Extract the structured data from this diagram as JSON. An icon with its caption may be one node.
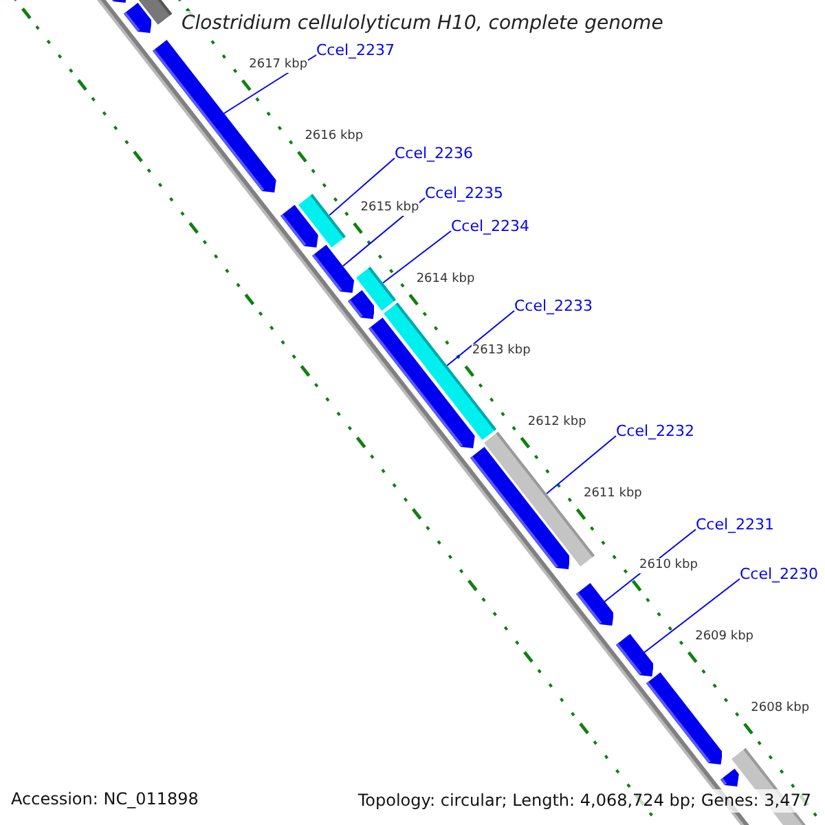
{
  "diagram": {
    "title": "Clostridium cellulolyticum H10, complete genome",
    "nodes": [
      {
        "text": [
          "Ccel_2237"
        ]
      },
      {
        "text": [
          "Ccel_2236"
        ]
      },
      {
        "text": [
          "Ccel_2235"
        ]
      },
      {
        "text": [
          "Ccel_2234"
        ]
      },
      {
        "text": [
          "Ccel_2233"
        ]
      },
      {
        "text": [
          "Ccel_2232"
        ]
      },
      {
        "text": [
          "Ccel_2231"
        ]
      },
      {
        "text": [
          "Ccel_2230"
        ]
      },
      {
        "text": [],
        "shape": "arrow"
      },
      {
        "text": [],
        "shape": "bar"
      },
      {
        "text": [],
        "shape": "arrow"
      },
      {
        "text": [],
        "shape": "arrow"
      },
      {
        "text": [],
        "shape": "bar"
      },
      {
        "text": [],
        "shape": "arrow"
      },
      {
        "text": [],
        "shape": "arrow"
      },
      {
        "text": [],
        "shape": "bar"
      },
      {
        "text": [],
        "shape": "arrow"
      },
      {
        "text": [],
        "shape": "bar"
      },
      {
        "text": [],
        "shape": "arrow"
      },
      {
        "text": [],
        "shape": "bar"
      },
      {
        "text": [],
        "shape": "arrow"
      },
      {
        "text": [],
        "shape": "arrow"
      },
      {
        "text": [],
        "shape": "arrow"
      },
      {
        "text": [],
        "shape": "arrow"
      },
      {
        "text": [],
        "shape": "bar"
      },
      {
        "text": [],
        "shape": "arrow"
      }
    ],
    "edges": [
      {
        "from": 0,
        "to": 11,
        "arrow": "none"
      },
      {
        "from": 1,
        "to": 12,
        "arrow": "none"
      },
      {
        "from": 2,
        "to": 14,
        "arrow": "none"
      },
      {
        "from": 3,
        "to": 15,
        "arrow": "none"
      },
      {
        "from": 4,
        "to": 17,
        "arrow": "none"
      },
      {
        "from": 5,
        "to": 19,
        "arrow": "none"
      },
      {
        "from": 6,
        "to": 21,
        "arrow": "none"
      },
      {
        "from": 7,
        "to": 22,
        "arrow": "none"
      }
    ],
    "labels": [
      "2617 kbp",
      "2616 kbp",
      "2615 kbp",
      "2614 kbp",
      "2613 kbp",
      "2612 kbp",
      "2611 kbp",
      "2610 kbp",
      "2609 kbp",
      "2608 kbp",
      "Accession: NC_011898",
      "Topology: circular; Length: 4,068,724 bp; Genes: 3,477"
    ]
  }
}
